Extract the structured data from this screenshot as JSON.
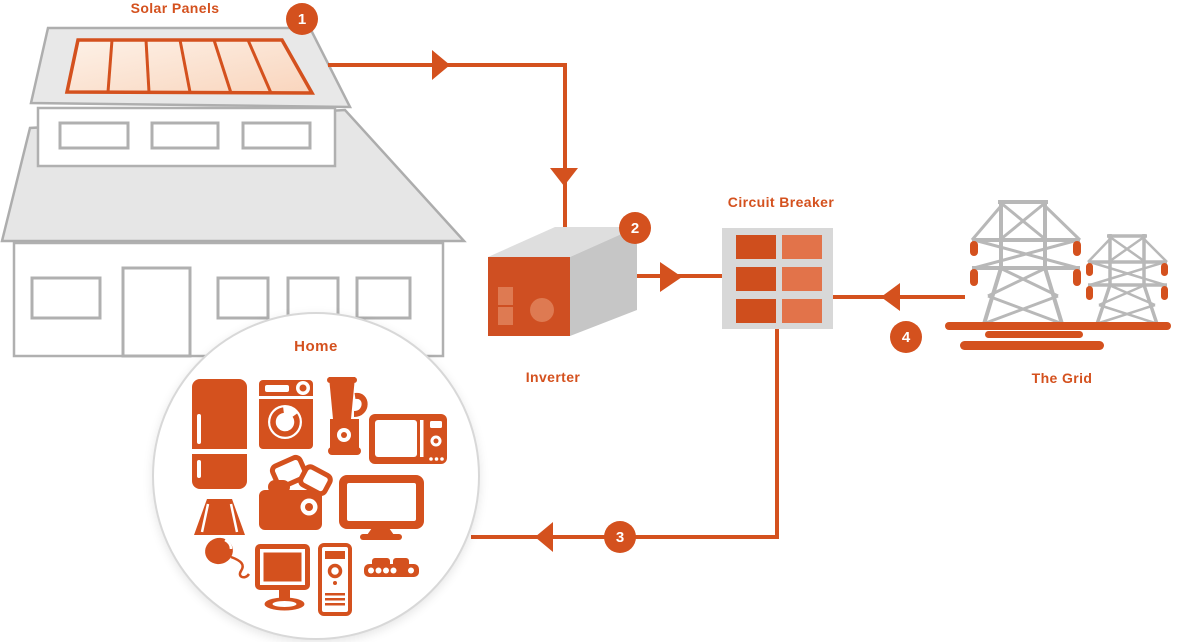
{
  "title": "Home solar energy flow diagram",
  "colors": {
    "accent_orange": "#d4511e",
    "breaker_cell_dark": "#cf4e1d",
    "breaker_cell_light": "#e2734a",
    "inverter_detail": "#de7a52",
    "panel_gradient_light": "#fdeee3",
    "panel_gradient_dark": "#f9d5bd",
    "structure_gray": "#b0b0b0",
    "fill_gray": "#e6e6e6",
    "breaker_bg": "#d8d8d8"
  },
  "nodes": {
    "solar_panels": {
      "label": "Solar Panels"
    },
    "inverter": {
      "label": "Inverter"
    },
    "circuit_breaker": {
      "label": "Circuit Breaker"
    },
    "grid": {
      "label": "The Grid"
    },
    "home": {
      "label": "Home",
      "appliances": [
        "refrigerator",
        "washing-machine",
        "blender",
        "microwave",
        "toaster",
        "tv",
        "lamp",
        "computer-mouse",
        "desktop-monitor",
        "computer-tower",
        "power-strip"
      ]
    }
  },
  "steps": [
    {
      "number": "1",
      "from": "solar-panels",
      "to": "inverter"
    },
    {
      "number": "2",
      "from": "inverter",
      "to": "circuit-breaker"
    },
    {
      "number": "3",
      "from": "circuit-breaker",
      "to": "home"
    },
    {
      "number": "4",
      "from": "grid",
      "to": "circuit-breaker"
    }
  ]
}
